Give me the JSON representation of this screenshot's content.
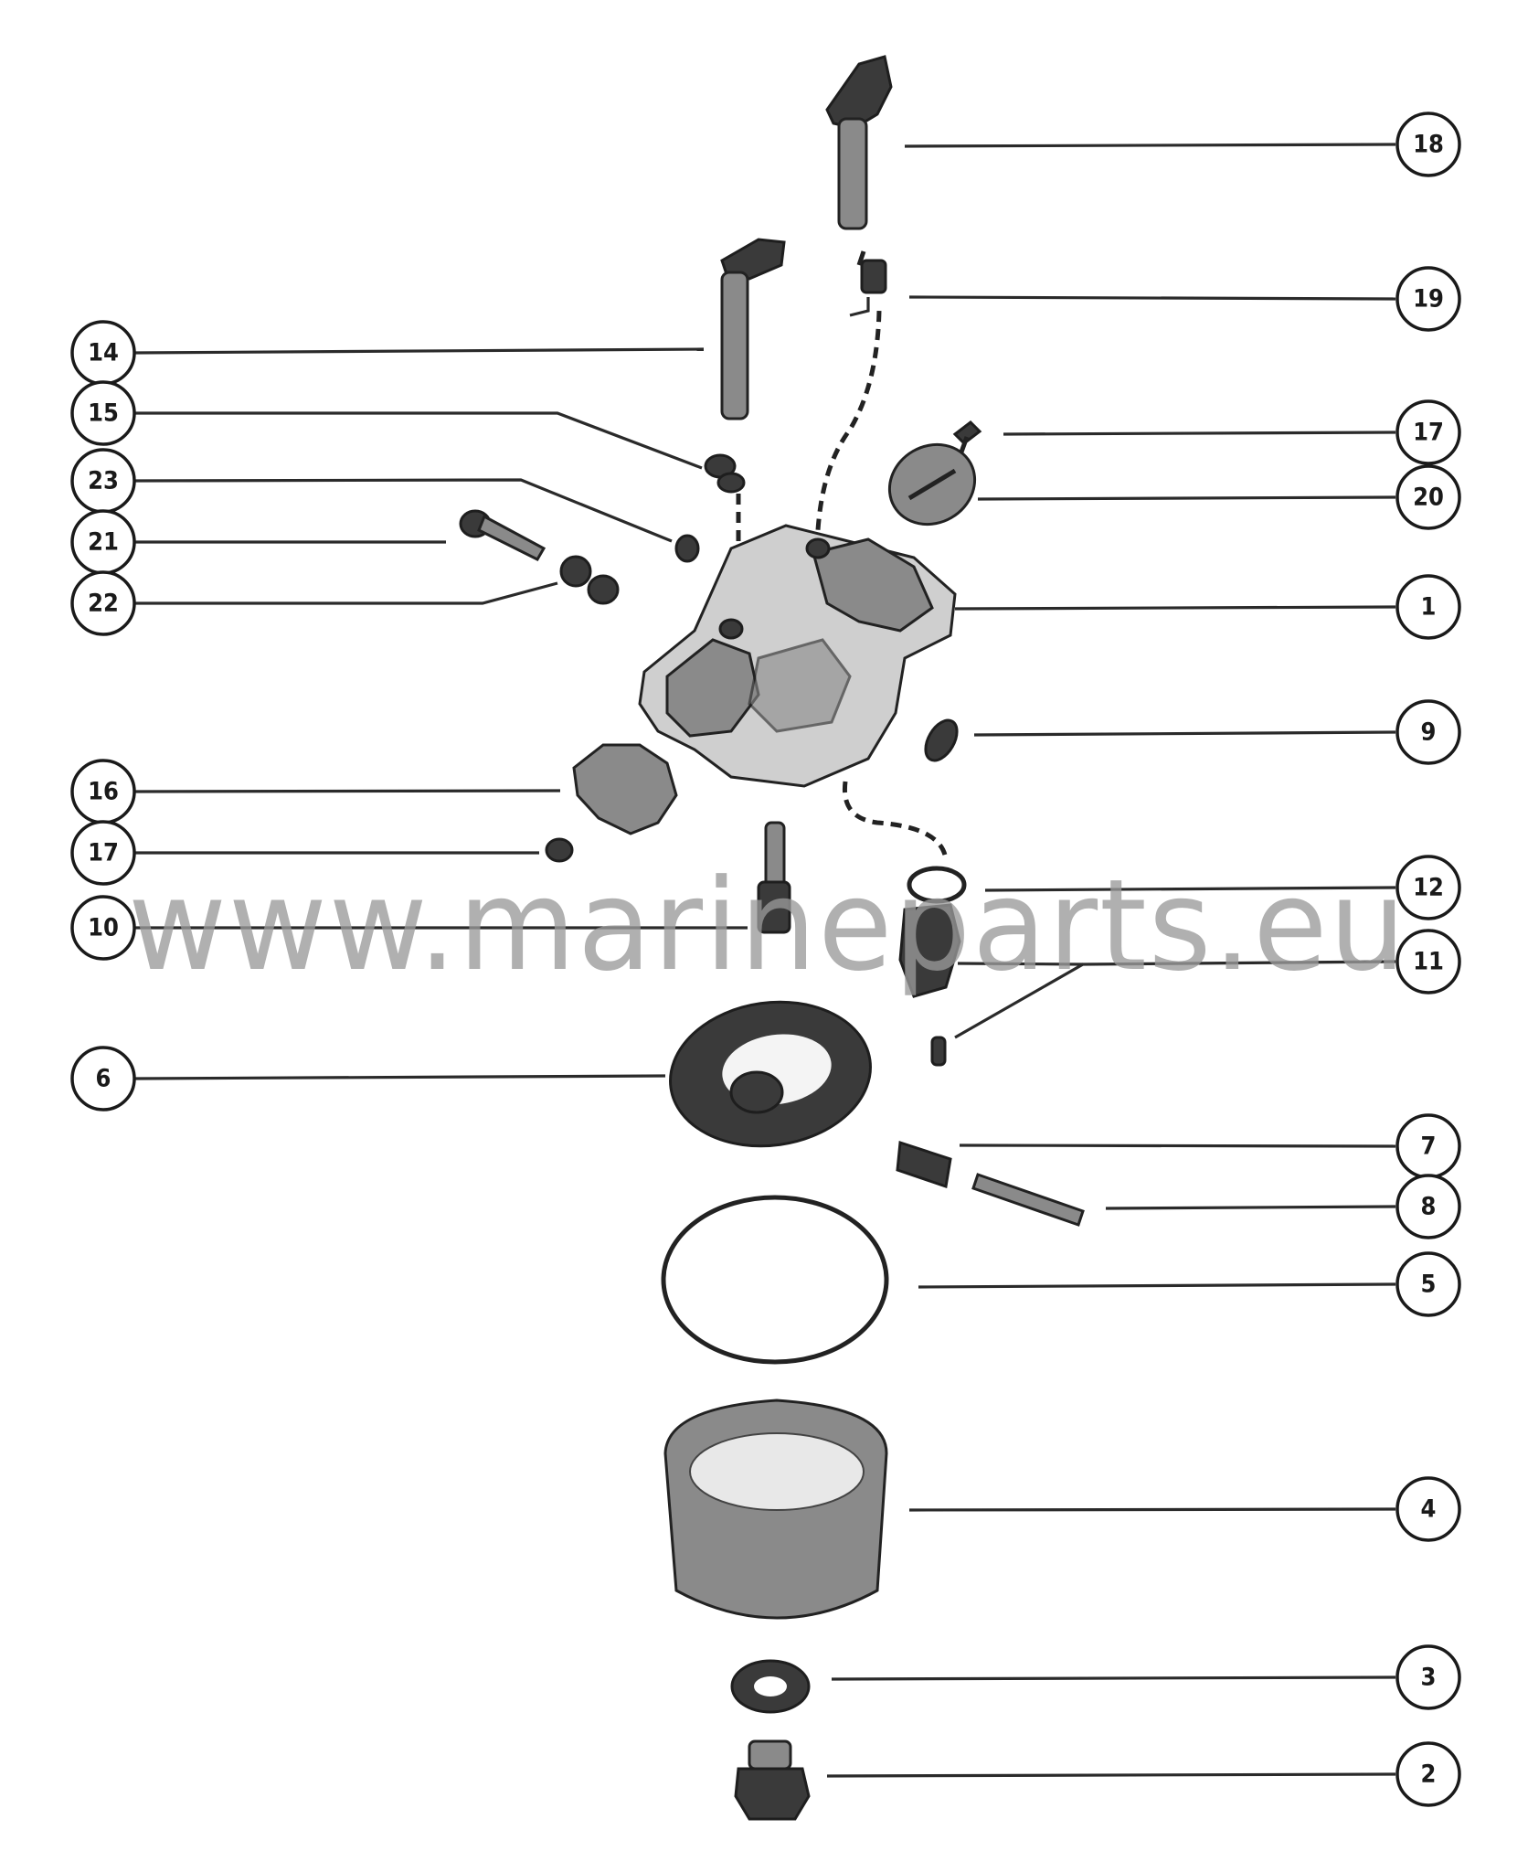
{
  "watermark": "www.marineparts.eu",
  "callouts": [
    {
      "label": "18"
    },
    {
      "label": "19"
    },
    {
      "label": "17"
    },
    {
      "label": "20"
    },
    {
      "label": "1"
    },
    {
      "label": "9"
    },
    {
      "label": "12"
    },
    {
      "label": "11"
    },
    {
      "label": "7"
    },
    {
      "label": "8"
    },
    {
      "label": "5"
    },
    {
      "label": "4"
    },
    {
      "label": "3"
    },
    {
      "label": "2"
    },
    {
      "label": "14"
    },
    {
      "label": "15"
    },
    {
      "label": "23"
    },
    {
      "label": "21"
    },
    {
      "label": "22"
    },
    {
      "label": "16"
    },
    {
      "label": "17"
    },
    {
      "label": "10"
    },
    {
      "label": "6"
    }
  ]
}
